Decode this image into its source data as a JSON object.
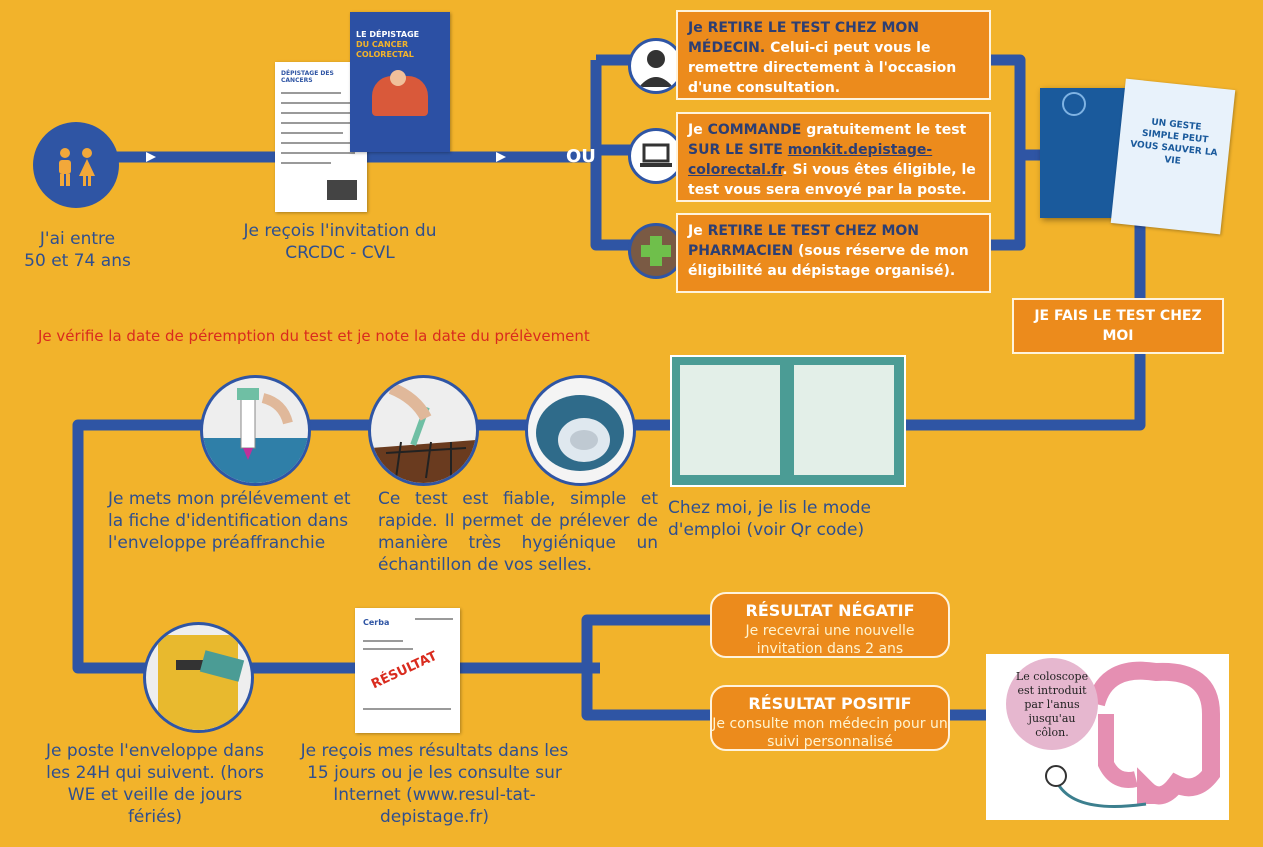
{
  "step_age": {
    "line1": "J'ai entre",
    "line2": "50 et 74 ans"
  },
  "step_invitation": {
    "line1": "Je reçois l'invitation du",
    "line2": "CRCDC - CVL"
  },
  "brochure": {
    "title1": "LE DÉPISTAGE",
    "title2": "DU CANCER",
    "title3": "COLORECTAL"
  },
  "letter": {
    "header": "DÉPISTAGE DES CANCERS"
  },
  "ou_label": "OU",
  "option_doctor": {
    "strong": "Je RETIRE LE TEST CHEZ MON MÉDECIN.",
    "rest": "Celui-ci peut vous le remettre directement à l'occasion d'une consultation."
  },
  "option_online": {
    "a": "Je ",
    "b": "COMMANDE",
    "c": " gratuitement le test ",
    "d": "SUR LE SITE",
    "e": " ",
    "url": "monkit.depistage-colorectal.fr",
    "rest": ". Si vous êtes éligible, le test vous sera envoyé par la poste."
  },
  "option_pharmacy": {
    "a": "Je ",
    "b": "RETIRE LE TEST CHEZ MON PHARMACIEN",
    "rest": " (sous réserve de mon éligibilité au dépistage organisé)."
  },
  "kit_box": {
    "text": "UN GESTE SIMPLE PEUT VOUS SAUVER LA VIE"
  },
  "test_at_home": "JE FAIS LE TEST CHEZ MOI",
  "warning": "Je vérifie la date de péremption du test et je note la date du prélèvement",
  "step_envelope": "Je mets mon prélévement et la fiche d'identification dans l'enveloppe préaffranchie",
  "step_reliable": "Ce test est fiable, simple et rapide. Il permet de prélever de manière très hygiénique un échantillon de vos selles.",
  "step_manual": "Chez moi, je lis le mode d'emploi (voir Qr code)",
  "step_post": "Je poste l'enveloppe dans les 24H qui suivent. (hors WE et veille de jours fériés)",
  "step_results": "Je reçois mes résultats dans les 15 jours ou je les consulte sur Internet (www.resul-tat-depistage.fr)",
  "result_doc": {
    "stamp": "RÉSULTAT",
    "lab": "Cerba"
  },
  "result_negative": {
    "title": "RÉSULTAT NÉGATIF",
    "desc": "Je recevrai une nouvelle invitation dans 2 ans"
  },
  "result_positive": {
    "title": "RÉSULTAT POSITIF",
    "desc": "Je consulte mon médecin pour un suivi personnalisé"
  },
  "colonoscope": "Le coloscope est introduit par l'anus jusqu'au côlon.",
  "colors": {
    "background": "#f2b32b",
    "path": "#2f55a4",
    "box": "#ec8b1c",
    "navy": "#2c3e73",
    "red": "#d92b1e"
  }
}
